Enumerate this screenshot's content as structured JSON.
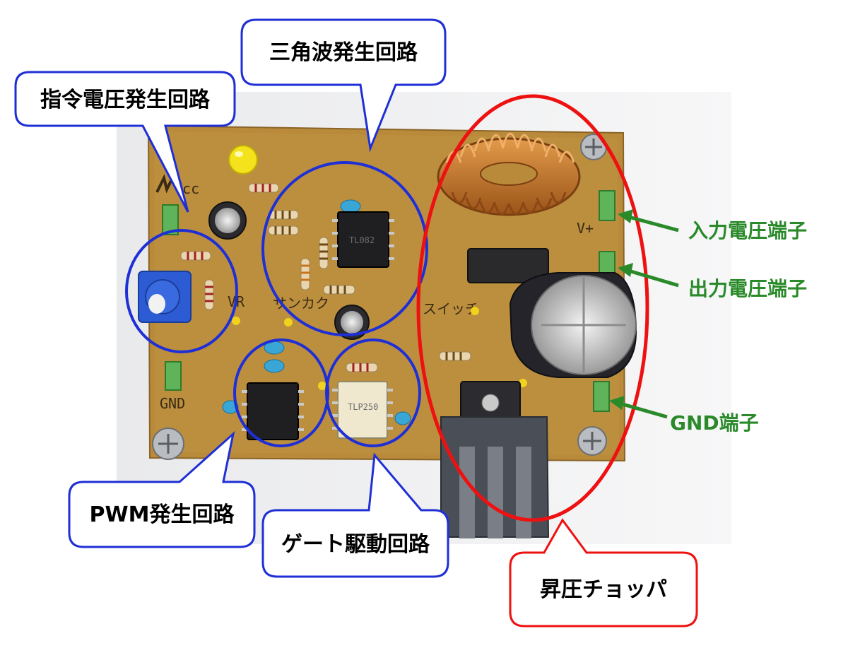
{
  "colors": {
    "block_outline": "#1f2fd6",
    "booster_outline": "#ee1111",
    "terminal_label": "#2a8a2a",
    "board": "#b98a3a",
    "copper_coil": "#c8782c",
    "heatsink": "#4a4f57"
  },
  "callouts": {
    "reference_voltage": "指令電圧発生回路",
    "triangle_wave": "三角波発生回路",
    "pwm": "PWM発生回路",
    "gate_drive": "ゲート駆動回路",
    "boost_chopper": "昇圧チョッパ"
  },
  "terminals": {
    "input": "入力電圧端子",
    "output": "出力電圧端子",
    "gnd": "GND端子"
  },
  "board_silkscreen": {
    "vcc": "Vcc",
    "vr": "VR",
    "tri": "サンカク",
    "sw": "スイッチ",
    "vplus": "V+",
    "gnd": "GND"
  }
}
